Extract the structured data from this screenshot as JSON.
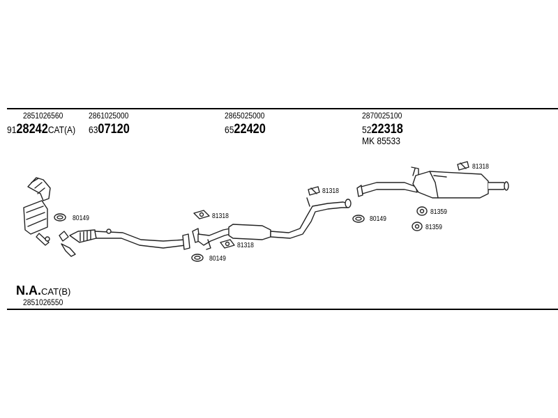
{
  "columns": [
    {
      "part_number": "2851026560",
      "prefix": "91",
      "code": "28242",
      "suffix": "CAT(A)"
    },
    {
      "part_number": "2861025000",
      "prefix": "63",
      "code": "07120",
      "suffix": ""
    },
    {
      "part_number": "2865025000",
      "prefix": "65",
      "code": "22420",
      "suffix": ""
    },
    {
      "part_number": "2870025100",
      "prefix": "52",
      "code": "22318",
      "suffix": "",
      "kit": "MK 85533"
    }
  ],
  "components": {
    "gasket_1": "80149",
    "clamp_1": "81318",
    "clamp_2": "81318",
    "gasket_2": "80149",
    "hanger_1": "81318",
    "gasket_3": "80149",
    "hanger_2": "81318",
    "hanger_3": "81359",
    "hanger_4": "81359"
  },
  "footer": {
    "variant_bold": "N.A.",
    "variant_suffix": "CAT(B)",
    "part_number": "2851026550"
  }
}
